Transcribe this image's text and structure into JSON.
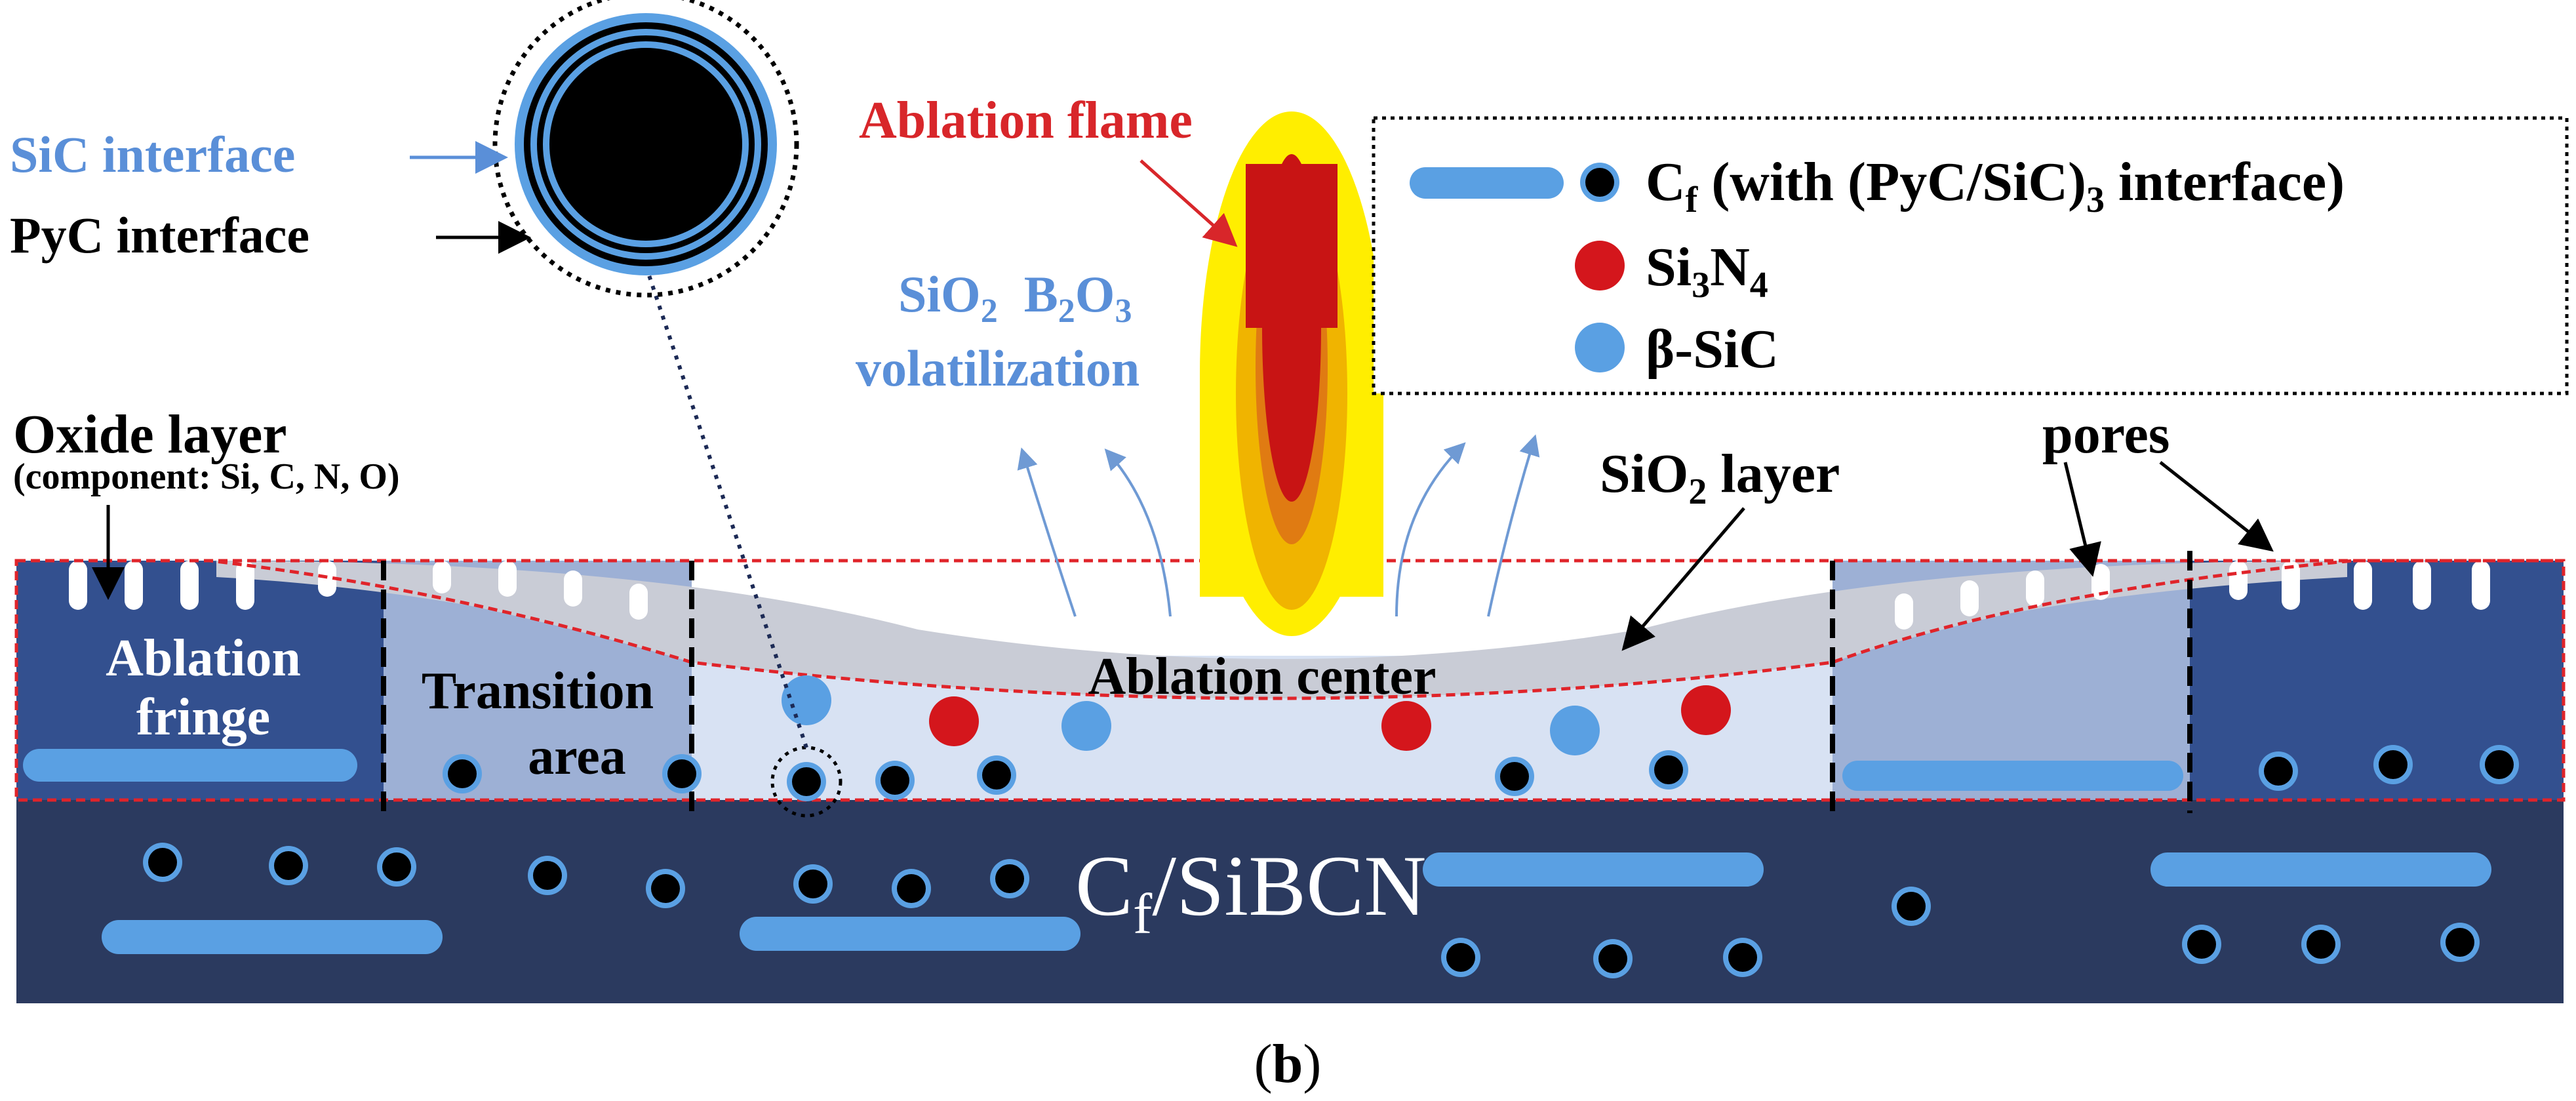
{
  "colors": {
    "substrate": "#2b3a5f",
    "fringe": "#33508f",
    "transition": "#9db0d5",
    "center": "#d8e2f3",
    "oxide": "#c9ccd6",
    "boundary": "#e0242a",
    "fiber_bar": "#5aa0e3",
    "sic_particle": "#5aa0e3",
    "si3n4_particle": "#d4161c",
    "label_blue": "#5a8fd8",
    "label_red": "#d8262a",
    "flame_outer": "#ffee00",
    "flame_mid": "#f0b400",
    "flame_inner": "#e07b12",
    "flame_core": "#c81414"
  },
  "inset": {
    "sic_label": "SiC interface",
    "pyc_label": "PyC interface"
  },
  "labels": {
    "ablation_flame": "Ablation flame",
    "volatile_sio2_base": "SiO",
    "volatile_sio2_sub": "2",
    "volatile_b2o3_b": "B",
    "volatile_b2o3_2": "2",
    "volatile_b2o3_o": "O",
    "volatile_b2o3_3": "3",
    "volatilization": "volatilization",
    "oxide_layer": "Oxide layer",
    "oxide_component": "(component: Si, C, N, O)",
    "sio2_layer_base": "SiO",
    "sio2_layer_sub": "2",
    "sio2_layer_rest": " layer",
    "pores": "pores",
    "ablation_fringe_1": "Ablation",
    "ablation_fringe_2": "fringe",
    "transition_1": "Transition",
    "transition_2": "area",
    "ablation_center": "Ablation center",
    "substrate_base": "C",
    "substrate_sub": "f",
    "substrate_rest": "/SiBCN",
    "caption_open": "(",
    "caption_letter": "b",
    "caption_close": ")"
  },
  "legend": {
    "cf_base": "C",
    "cf_sub": "f",
    "cf_rest_a": " (with (PyC/SiC)",
    "cf_rest_sub": "3",
    "cf_rest_b": " interface)",
    "si3n4_a": "Si",
    "si3n4_3": "3",
    "si3n4_n": "N",
    "si3n4_4": "4",
    "bsic": "β-SiC"
  }
}
